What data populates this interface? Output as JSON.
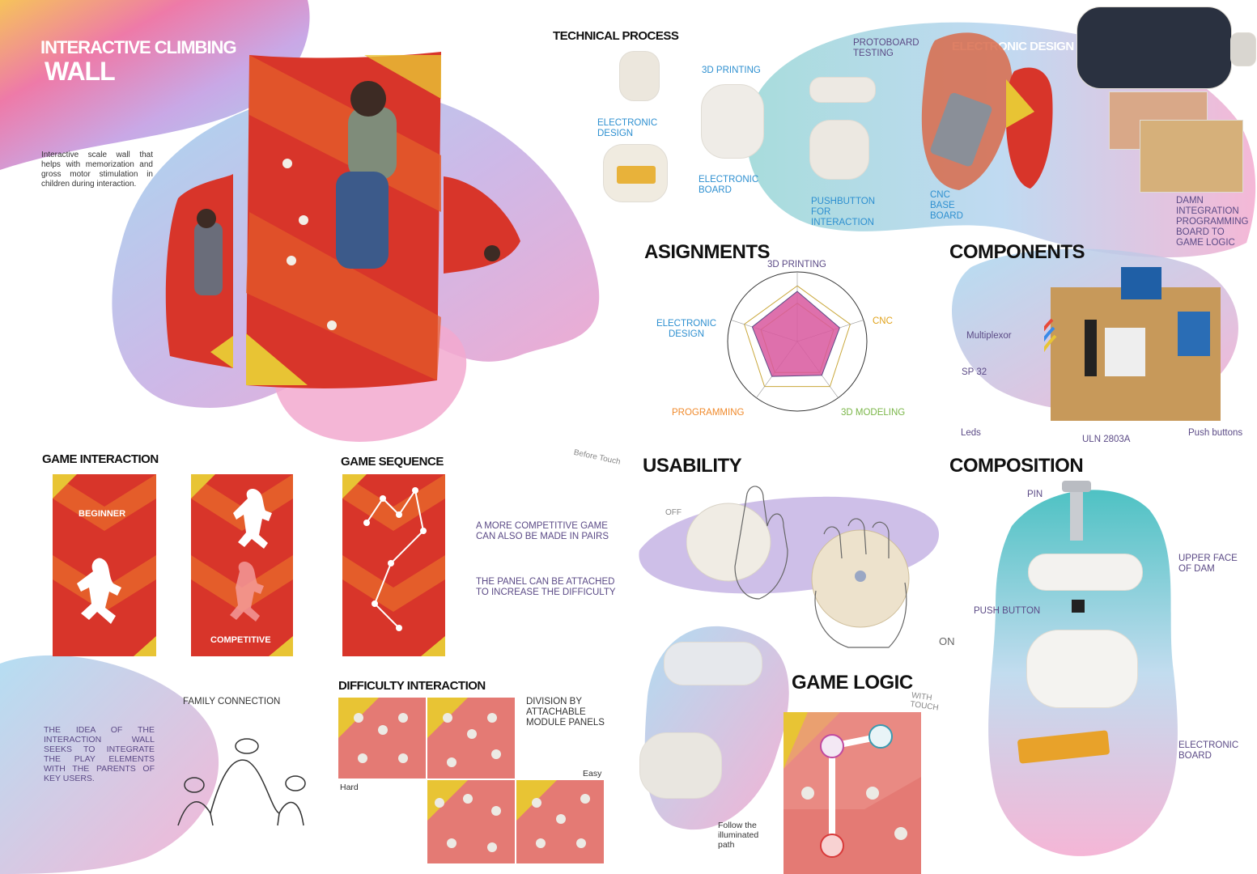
{
  "header": {
    "title_line1": "INTERACTIVE CLIMBING",
    "title_line2": "WALL",
    "intro": "Interactive scale wall that helps with memorization and gross motor stimulation in children during interaction."
  },
  "technical": {
    "title": "TECHNICAL PROCESS",
    "steps": [
      "ELECTRONIC DESIGN",
      "3D PRINTING",
      "ELECTRONIC BOARD",
      "PROTOBOARD TESTING",
      "PUSHBUTTON FOR INTERACTION",
      "CNC BASE BOARD"
    ]
  },
  "electronic_design": {
    "title": "ELECTRONIC DESIGN PROCESS",
    "note": "DAMN INTEGRATION PROGRAMMING BOARD TO GAME LOGIC"
  },
  "assignments": {
    "title": "ASIGNMENTS",
    "axes": [
      "3D PRINTING",
      "CNC",
      "3D MODELING",
      "PROGRAMMING",
      "ELECTRONIC DESIGN"
    ],
    "axis_colors": [
      "#5b4a86",
      "#e0a21a",
      "#7ab648",
      "#f08a2c",
      "#2d8fd0"
    ],
    "values": [
      0.72,
      0.64,
      0.6,
      0.62,
      0.68
    ],
    "fill_color": "#d8579d",
    "ring_colors": [
      "#c9a73a",
      "#c9a73a",
      "#333333"
    ]
  },
  "components": {
    "title": "COMPONENTS",
    "labels": [
      "Multiplexor",
      "SP 32",
      "Leds",
      "ULN 2803A",
      "Push buttons"
    ]
  },
  "game_interaction": {
    "title": "GAME INTERACTION",
    "beginner": "BEGINNER",
    "competitive": "COMPETITIVE"
  },
  "game_sequence": {
    "title": "GAME SEQUENCE",
    "note1": "A MORE COMPETITIVE GAME CAN ALSO BE MADE IN PAIRS",
    "note2": "THE PANEL CAN BE ATTACHED TO INCREASE THE DIFFICULTY"
  },
  "usability": {
    "title": "USABILITY",
    "before_touch": "Before Touch",
    "off": "OFF",
    "on": "ON",
    "with_touch": "WITH TOUCH"
  },
  "composition": {
    "title": "COMPOSITION",
    "parts": [
      "PIN",
      "UPPER FACE OF DAM",
      "PUSH BUTTON",
      "ELECTRONIC BOARD"
    ]
  },
  "family": {
    "title": "FAMILY CONNECTION",
    "text": "THE IDEA OF THE INTERACTION WALL SEEKS TO INTEGRATE THE PLAY ELEMENTS WITH THE PARENTS OF KEY USERS."
  },
  "difficulty": {
    "title": "DIFFICULTY INTERACTION",
    "note": "DIVISION BY ATTACHABLE MODULE PANELS",
    "hard": "Hard",
    "easy": "Easy"
  },
  "game_logic": {
    "title": "GAME LOGIC",
    "follow": "Follow the illuminated path"
  },
  "colors": {
    "blue_blob": "#a8d8f0",
    "pink_blob": "#f2a9cf",
    "lilac_blob": "#c9b8e6",
    "teal_blob": "#9fd8df",
    "wall_red": "#d8352a",
    "wall_orange": "#e45d2a",
    "wall_yellow": "#e8c434"
  }
}
